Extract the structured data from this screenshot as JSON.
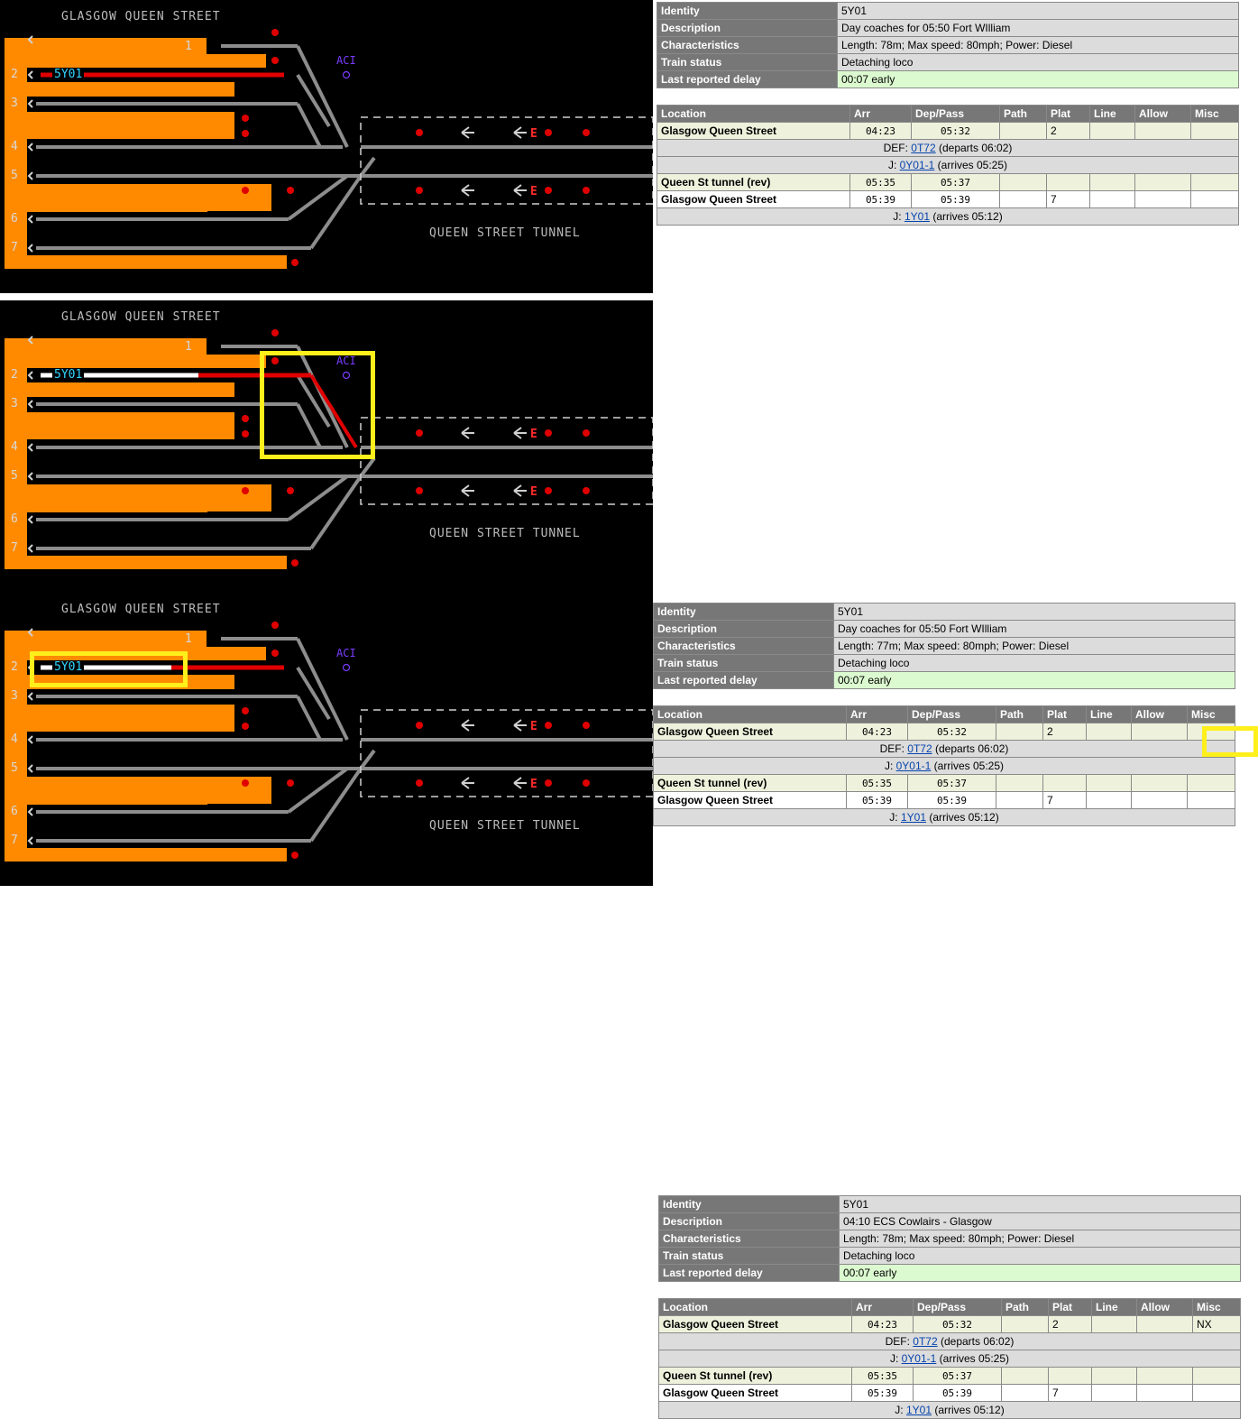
{
  "diagram": {
    "station_title": "GLASGOW QUEEN STREET",
    "tunnel_label": "QUEEN STREET TUNNEL",
    "signal_box_label": "ACI",
    "platforms": [
      "1",
      "2",
      "3",
      "4",
      "5",
      "6",
      "7"
    ],
    "train_headcode": "5Y01",
    "tunnel_glyph": "E"
  },
  "panels": [
    {
      "identity": "5Y01",
      "description": "Day coaches for 05:50 Fort WIlliam",
      "characteristics": "Length: 78m; Max speed: 80mph; Power: Diesel",
      "train_status": "Detaching loco",
      "last_delay": "00:07 early",
      "misc_value": ""
    },
    {
      "identity": "5Y01",
      "description": "Day coaches for 05:50 Fort WIlliam",
      "characteristics": "Length: 77m; Max speed: 80mph; Power: Diesel",
      "train_status": "Detaching loco",
      "last_delay": "00:07 early",
      "misc_value": ""
    },
    {
      "identity": "5Y01",
      "description": "04:10 ECS Cowlairs - Glasgow",
      "characteristics": "Length: 78m; Max speed: 80mph; Power: Diesel",
      "train_status": "Detaching loco",
      "last_delay": "00:07 early",
      "misc_value": "NX"
    }
  ],
  "labels": {
    "identity": "Identity",
    "description": "Description",
    "characteristics": "Characteristics",
    "train_status": "Train status",
    "last_delay": "Last reported delay"
  },
  "schedule": {
    "headers": [
      "Location",
      "Arr",
      "Dep/Pass",
      "Path",
      "Plat",
      "Line",
      "Allow",
      "Misc"
    ],
    "row1": {
      "location": "Glasgow Queen Street",
      "arr": "04:23",
      "dep": "05:32",
      "plat": "2"
    },
    "def_prefix": "DEF: ",
    "def_link": "0T72",
    "def_suffix": " (departs 06:02)",
    "j1_prefix": "J: ",
    "j1_link": "0Y01-1",
    "j1_suffix": " (arrives 05:25)",
    "row2": {
      "location": "Queen St tunnel (rev)",
      "arr": "05:35",
      "dep": "05:37",
      "plat": ""
    },
    "row3": {
      "location": "Glasgow Queen Street",
      "arr": "05:39",
      "dep": "05:39",
      "plat": "7"
    },
    "j2_prefix": "J: ",
    "j2_link": "1Y01",
    "j2_suffix": " (arrives 05:12)"
  }
}
